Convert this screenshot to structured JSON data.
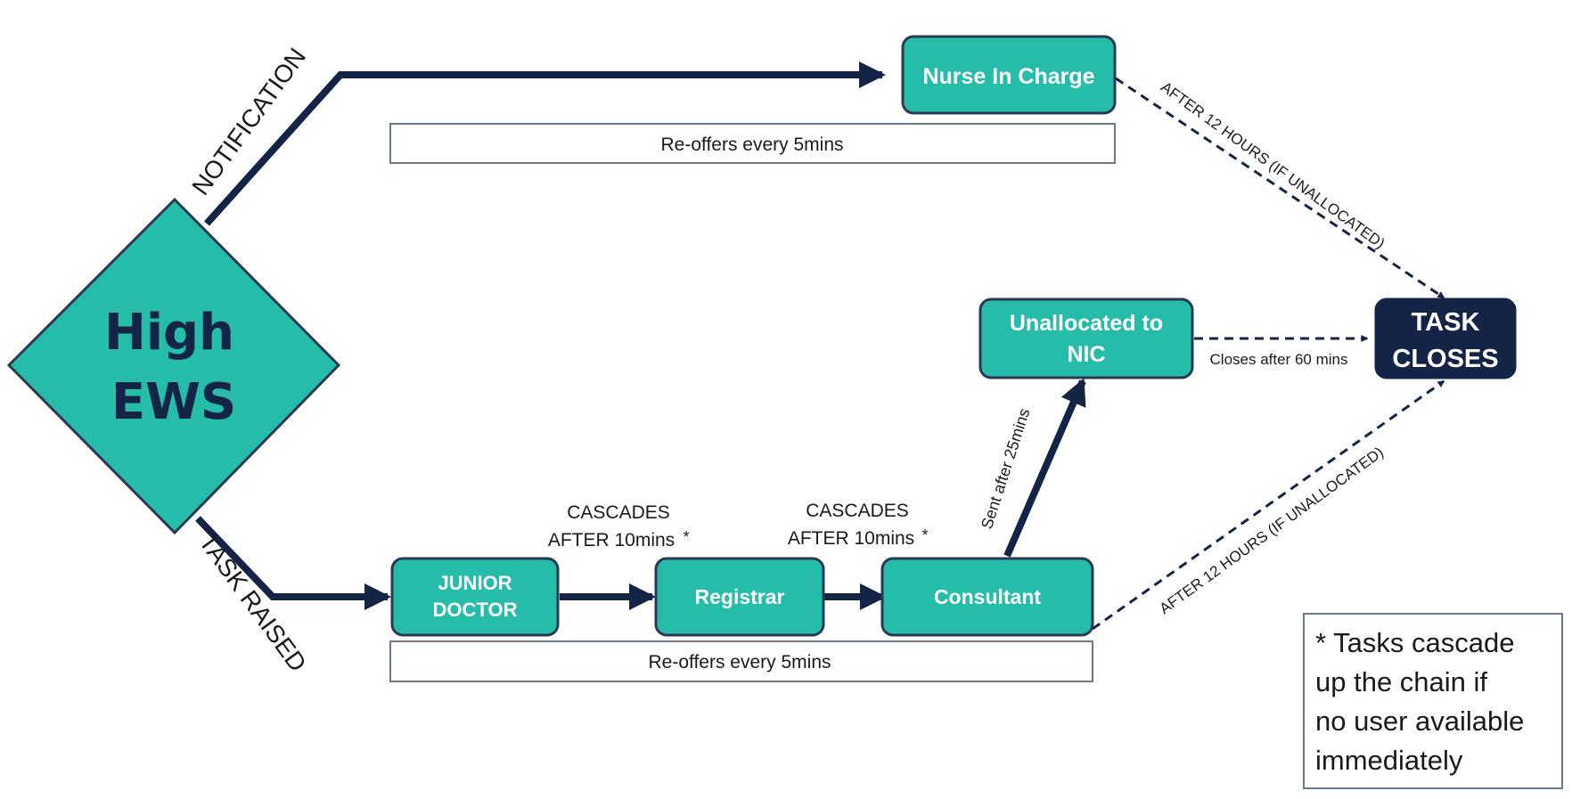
{
  "start": {
    "line1": "High",
    "line2": "EWS"
  },
  "branches": {
    "notification": "NOTIFICATION",
    "task_raised": "TASK RAISED"
  },
  "nodes": {
    "nurse_in_charge": "Nurse In Charge",
    "junior_doctor": {
      "line1": "JUNIOR",
      "line2": "DOCTOR"
    },
    "registrar": "Registrar",
    "consultant": "Consultant",
    "unallocated": {
      "line1": "Unallocated to",
      "line2": "NIC"
    },
    "task_closes": {
      "line1": "TASK",
      "line2": "CLOSES"
    }
  },
  "labels": {
    "reoffers_top": "Re-offers every 5mins",
    "reoffers_bottom": "Re-offers every 5mins",
    "cascade_1": {
      "line1": "CASCADES",
      "line2": "AFTER 10mins",
      "mark": "*"
    },
    "cascade_2": {
      "line1": "CASCADES",
      "line2": "AFTER 10mins",
      "mark": "*"
    },
    "sent_after": "Sent after 25mins",
    "closes_after": "Closes after 60 mins",
    "after_12_top": "AFTER 12 HOURS (IF UNALLOCATED)",
    "after_12_bottom": "AFTER 12 HOURS (IF UNALLOCATED)"
  },
  "footnote": {
    "lines": [
      "* Tasks cascade",
      "up the chain if",
      "no user available",
      "immediately"
    ]
  },
  "colors": {
    "teal": "#26bcaa",
    "navy": "#142447",
    "outline": "#2a3a55"
  }
}
